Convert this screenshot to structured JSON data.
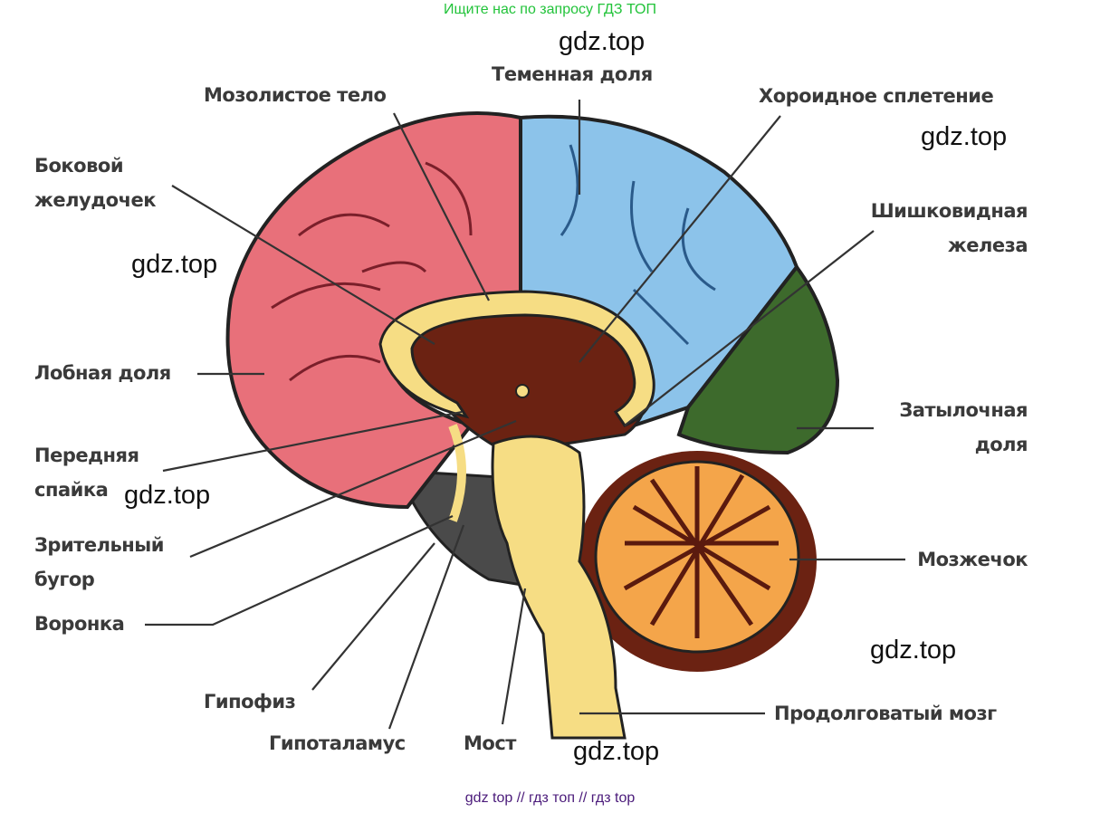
{
  "header": {
    "search_hint": "Ищите нас по запросу ГДЗ ТОП"
  },
  "footer": {
    "links": "gdz top  //  гдз топ  //  гдз top"
  },
  "watermark": "gdz.top",
  "labels": {
    "corpus_callosum": "Мозолистое тело",
    "parietal_lobe": "Теменная доля",
    "choroid_plexus": "Хороидное сплетение",
    "lateral_ventricle_1": "Боковой",
    "lateral_ventricle_2": "желудочек",
    "pineal_gland_1": "Шишковидная",
    "pineal_gland_2": "железа",
    "frontal_lobe": "Лобная доля",
    "occipital_lobe_1": "Затылочная",
    "occipital_lobe_2": "доля",
    "anterior_commissure_1": "Передняя",
    "anterior_commissure_2": "спайка",
    "thalamus_1": "Зрительный",
    "thalamus_2": "бугор",
    "infundibulum": "Воронка",
    "cerebellum": "Мозжечок",
    "pituitary": "Гипофиз",
    "hypothalamus": "Гипоталамус",
    "pons": "Мост",
    "medulla": "Продолговатый мозг"
  },
  "colors": {
    "frontal": "#e8707a",
    "parietal": "#8cc3ea",
    "occipital": "#3d6a2c",
    "cerebellum": "#f4a54a",
    "brown": "#6b2212",
    "yellow": "#f6dd84",
    "grey": "#4a4a4a"
  }
}
